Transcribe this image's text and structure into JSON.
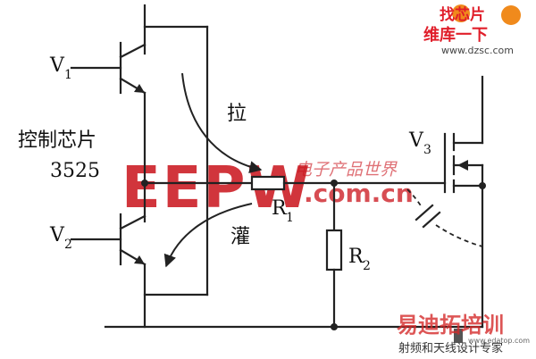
{
  "labels": {
    "v1": "V",
    "v1_sub": "1",
    "v2": "V",
    "v2_sub": "2",
    "v3": "V",
    "v3_sub": "3",
    "chip_line1": "控制芯片",
    "chip_line2": "3525",
    "pull": "拉",
    "sink": "灌",
    "r1": "R",
    "r1_sub": "1",
    "r2": "R",
    "r2_sub": "2"
  },
  "watermarks": {
    "eepw": "EEPW",
    "eepw_cn": "电子产品世界",
    "eepw_url": ".com.cn",
    "logo_top": "找芯片",
    "logo_mid": "维库一下",
    "logo_url": "www.dzsc.com",
    "train_cn": "易迪拓培训",
    "train_sub": "射频和天线设计专家",
    "train_url": "www.edatop.com"
  },
  "colors": {
    "ink": "#222222",
    "eepw_red": "#c9121a",
    "logo_orange": "#f08a1c",
    "logo_red": "#e01e2a",
    "train_red": "#d42a2a"
  }
}
